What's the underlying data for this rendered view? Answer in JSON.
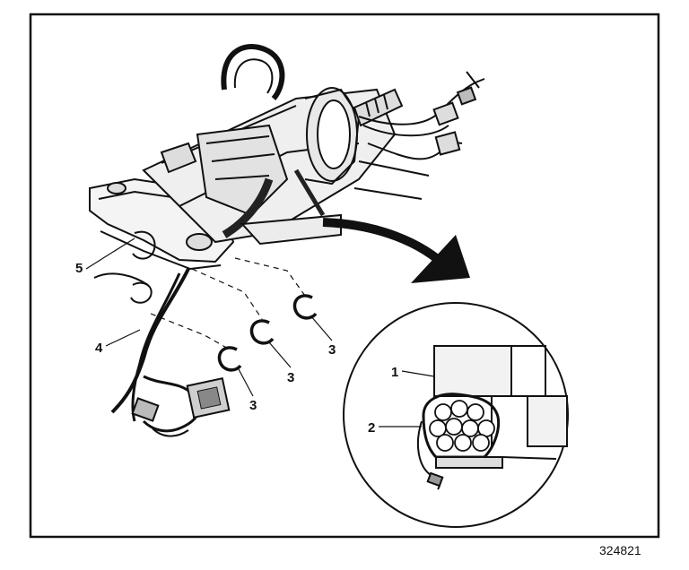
{
  "callouts": {
    "c1": "1",
    "c2": "2",
    "c3a": "3",
    "c3b": "3",
    "c3c": "3",
    "c4": "4",
    "c5": "5"
  },
  "figure_number": "324821",
  "colors": {
    "ink": "#111111",
    "paper": "#ffffff"
  }
}
